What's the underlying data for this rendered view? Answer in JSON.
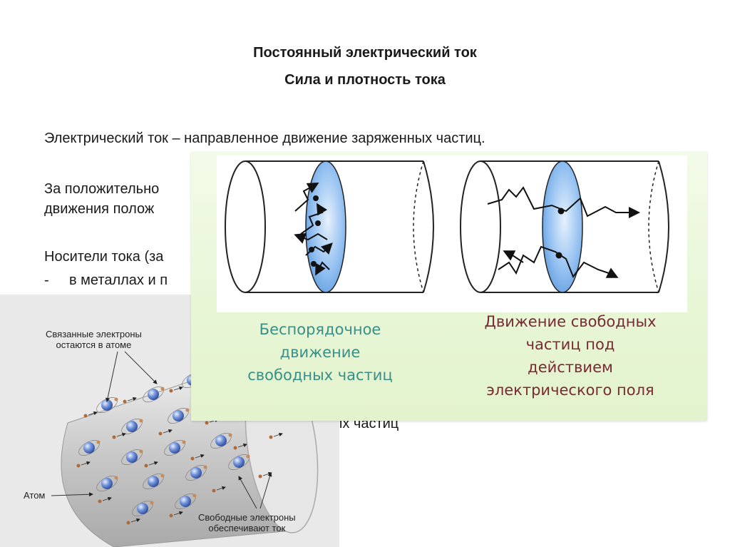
{
  "slide": {
    "title_line1": "Постоянный электрический ток",
    "title_line2": "Сила и плотность тока",
    "definition": "Электрический ток – направленное движение заряженных частиц.",
    "direction_line1": "За положительно",
    "direction_line2": "движения полож",
    "carriers": "Носители тока  (за",
    "metals_bullet": "-",
    "metals": "в  металлах и п",
    "partial_tail": "ых частиц"
  },
  "illustration": {
    "bound_electrons_line1": "Связанные электроны",
    "bound_electrons_line2": "остаются в атоме",
    "atom_label": "Атом",
    "free_electrons_line1": "Свободные электроны",
    "free_electrons_line2": "обеспечивают ток"
  },
  "overlay": {
    "left_caption": [
      "Беспорядочное",
      "движение",
      "свободных частиц"
    ],
    "right_caption": [
      "Движение свободных",
      "частиц под",
      "действием",
      "электрического поля"
    ]
  },
  "colors": {
    "left_caption": "#3a8f86",
    "right_caption": "#7a2a34",
    "disc": "#6aa8e6",
    "overlay_bg": "#e8f6d6"
  }
}
